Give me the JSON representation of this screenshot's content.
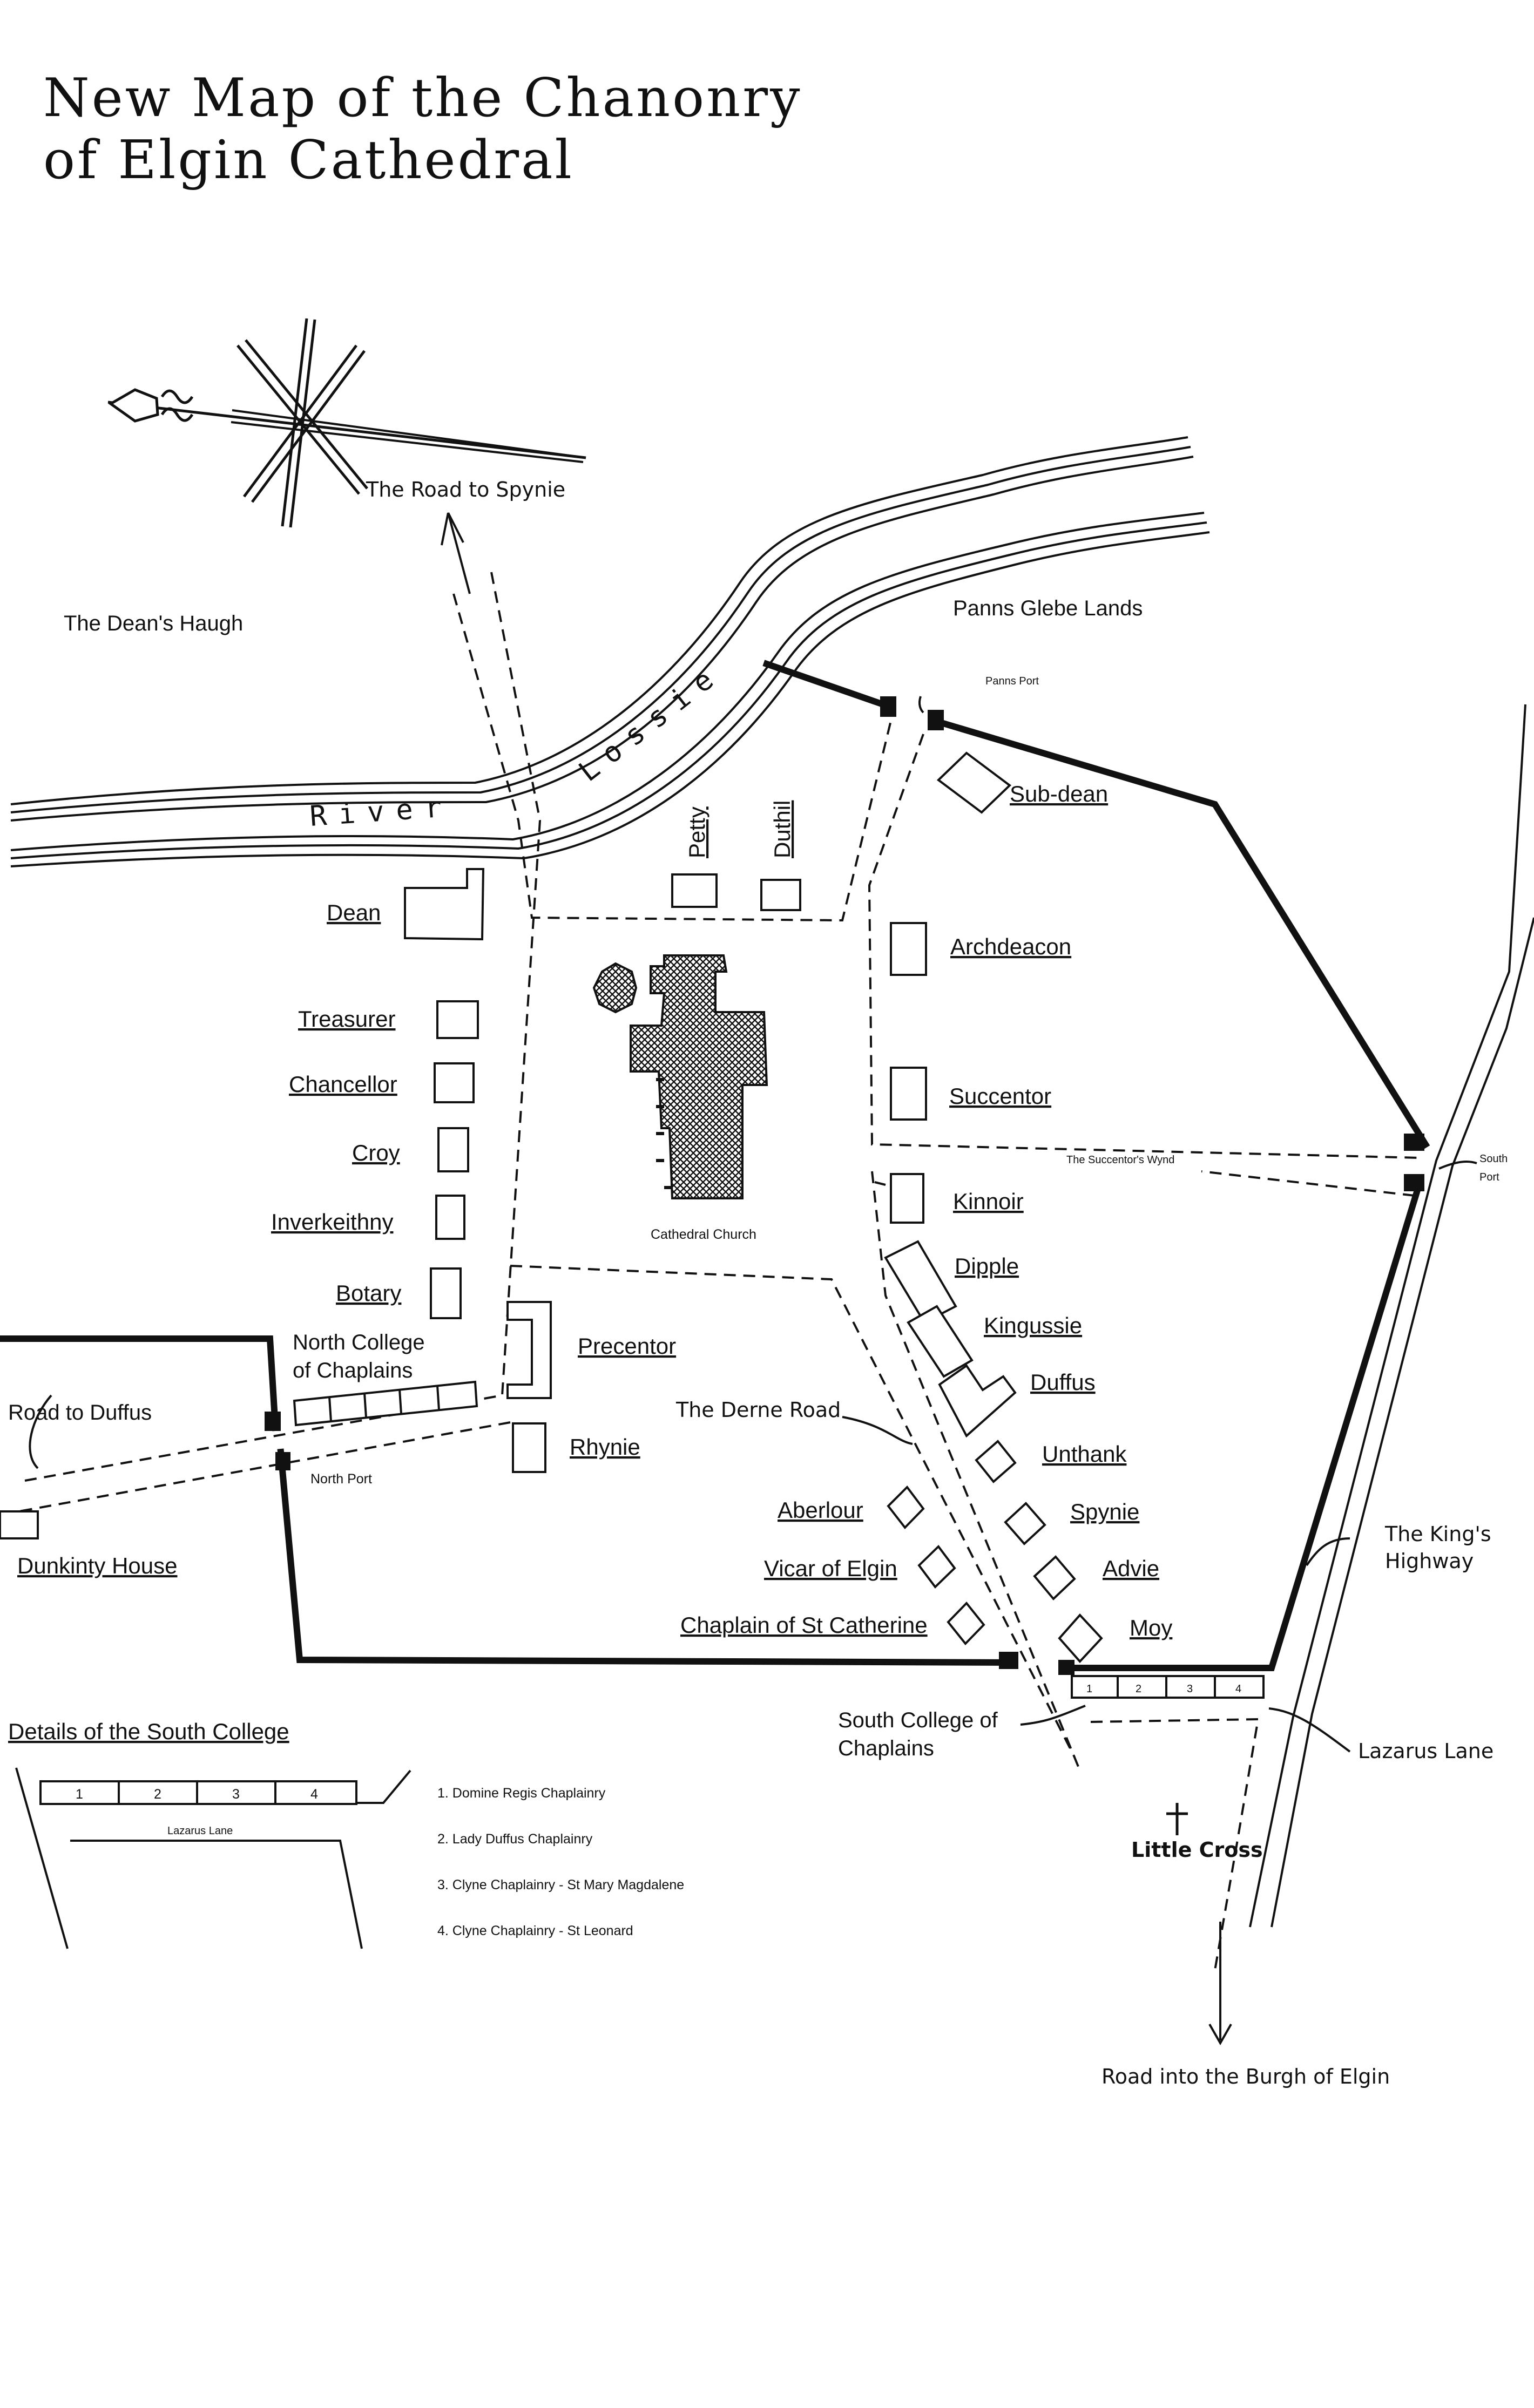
{
  "title": {
    "line1": "New Map of the Chanonry",
    "line2": "of Elgin Cathedral"
  },
  "roads": {
    "spynie": "The Road to Spynie",
    "duffus": "Road to Duffus",
    "derne": "The Derne Road",
    "burgh": "Road into the Burgh of Elgin",
    "kings_line1": "The King's",
    "kings_line2": "Highway",
    "lazarus": "Lazarus Lane",
    "succentors_wynd": "The Succentor's Wynd"
  },
  "areas": {
    "deans_haugh": "The Dean's Haugh",
    "panns_glebe": "Panns Glebe Lands",
    "river_word1": "River",
    "river_word2": "Lossie"
  },
  "ports": {
    "panns": "Panns Port",
    "north": "North Port",
    "south_line1": "South",
    "south_line2": "Port"
  },
  "cathedral": "Cathedral Church",
  "little_cross": "Little Cross",
  "manses": {
    "dean": "Dean",
    "treasurer": "Treasurer",
    "chancellor": "Chancellor",
    "croy": "Croy",
    "inverkeithny": "Inverkeithny",
    "botary": "Botary",
    "petty": "Petty",
    "duthil": "Duthil",
    "subdean": "Sub-dean",
    "archdeacon": "Archdeacon",
    "succentor": "Succentor",
    "kinnoir": "Kinnoir",
    "dipple": "Dipple",
    "kingussie": "Kingussie",
    "duffus": "Duffus",
    "unthank": "Unthank",
    "spynie": "Spynie",
    "advie": "Advie",
    "moy": "Moy",
    "precentor": "Precentor",
    "rhynie": "Rhynie",
    "aberlour": "Aberlour",
    "vicar_of_elgin": "Vicar of Elgin",
    "chaplain_st_catherine": "Chaplain of St Catherine",
    "dunkinty_house": "Dunkinty House"
  },
  "colleges": {
    "north_line1": "North College",
    "north_line2": "of Chaplains",
    "south_line1": "South College of",
    "south_line2": "Chaplains",
    "cells": [
      "1",
      "2",
      "3",
      "4"
    ]
  },
  "inset": {
    "title": "Details of the South College",
    "lane": "Lazarus Lane",
    "cells": [
      "1",
      "2",
      "3",
      "4"
    ],
    "legend": [
      "1.  Domine Regis Chaplainry",
      "2.  Lady Duffus Chaplainry",
      "3.  Clyne Chaplainry - St Mary Magdalene",
      "4.  Clyne Chaplainry - St Leonard"
    ]
  }
}
